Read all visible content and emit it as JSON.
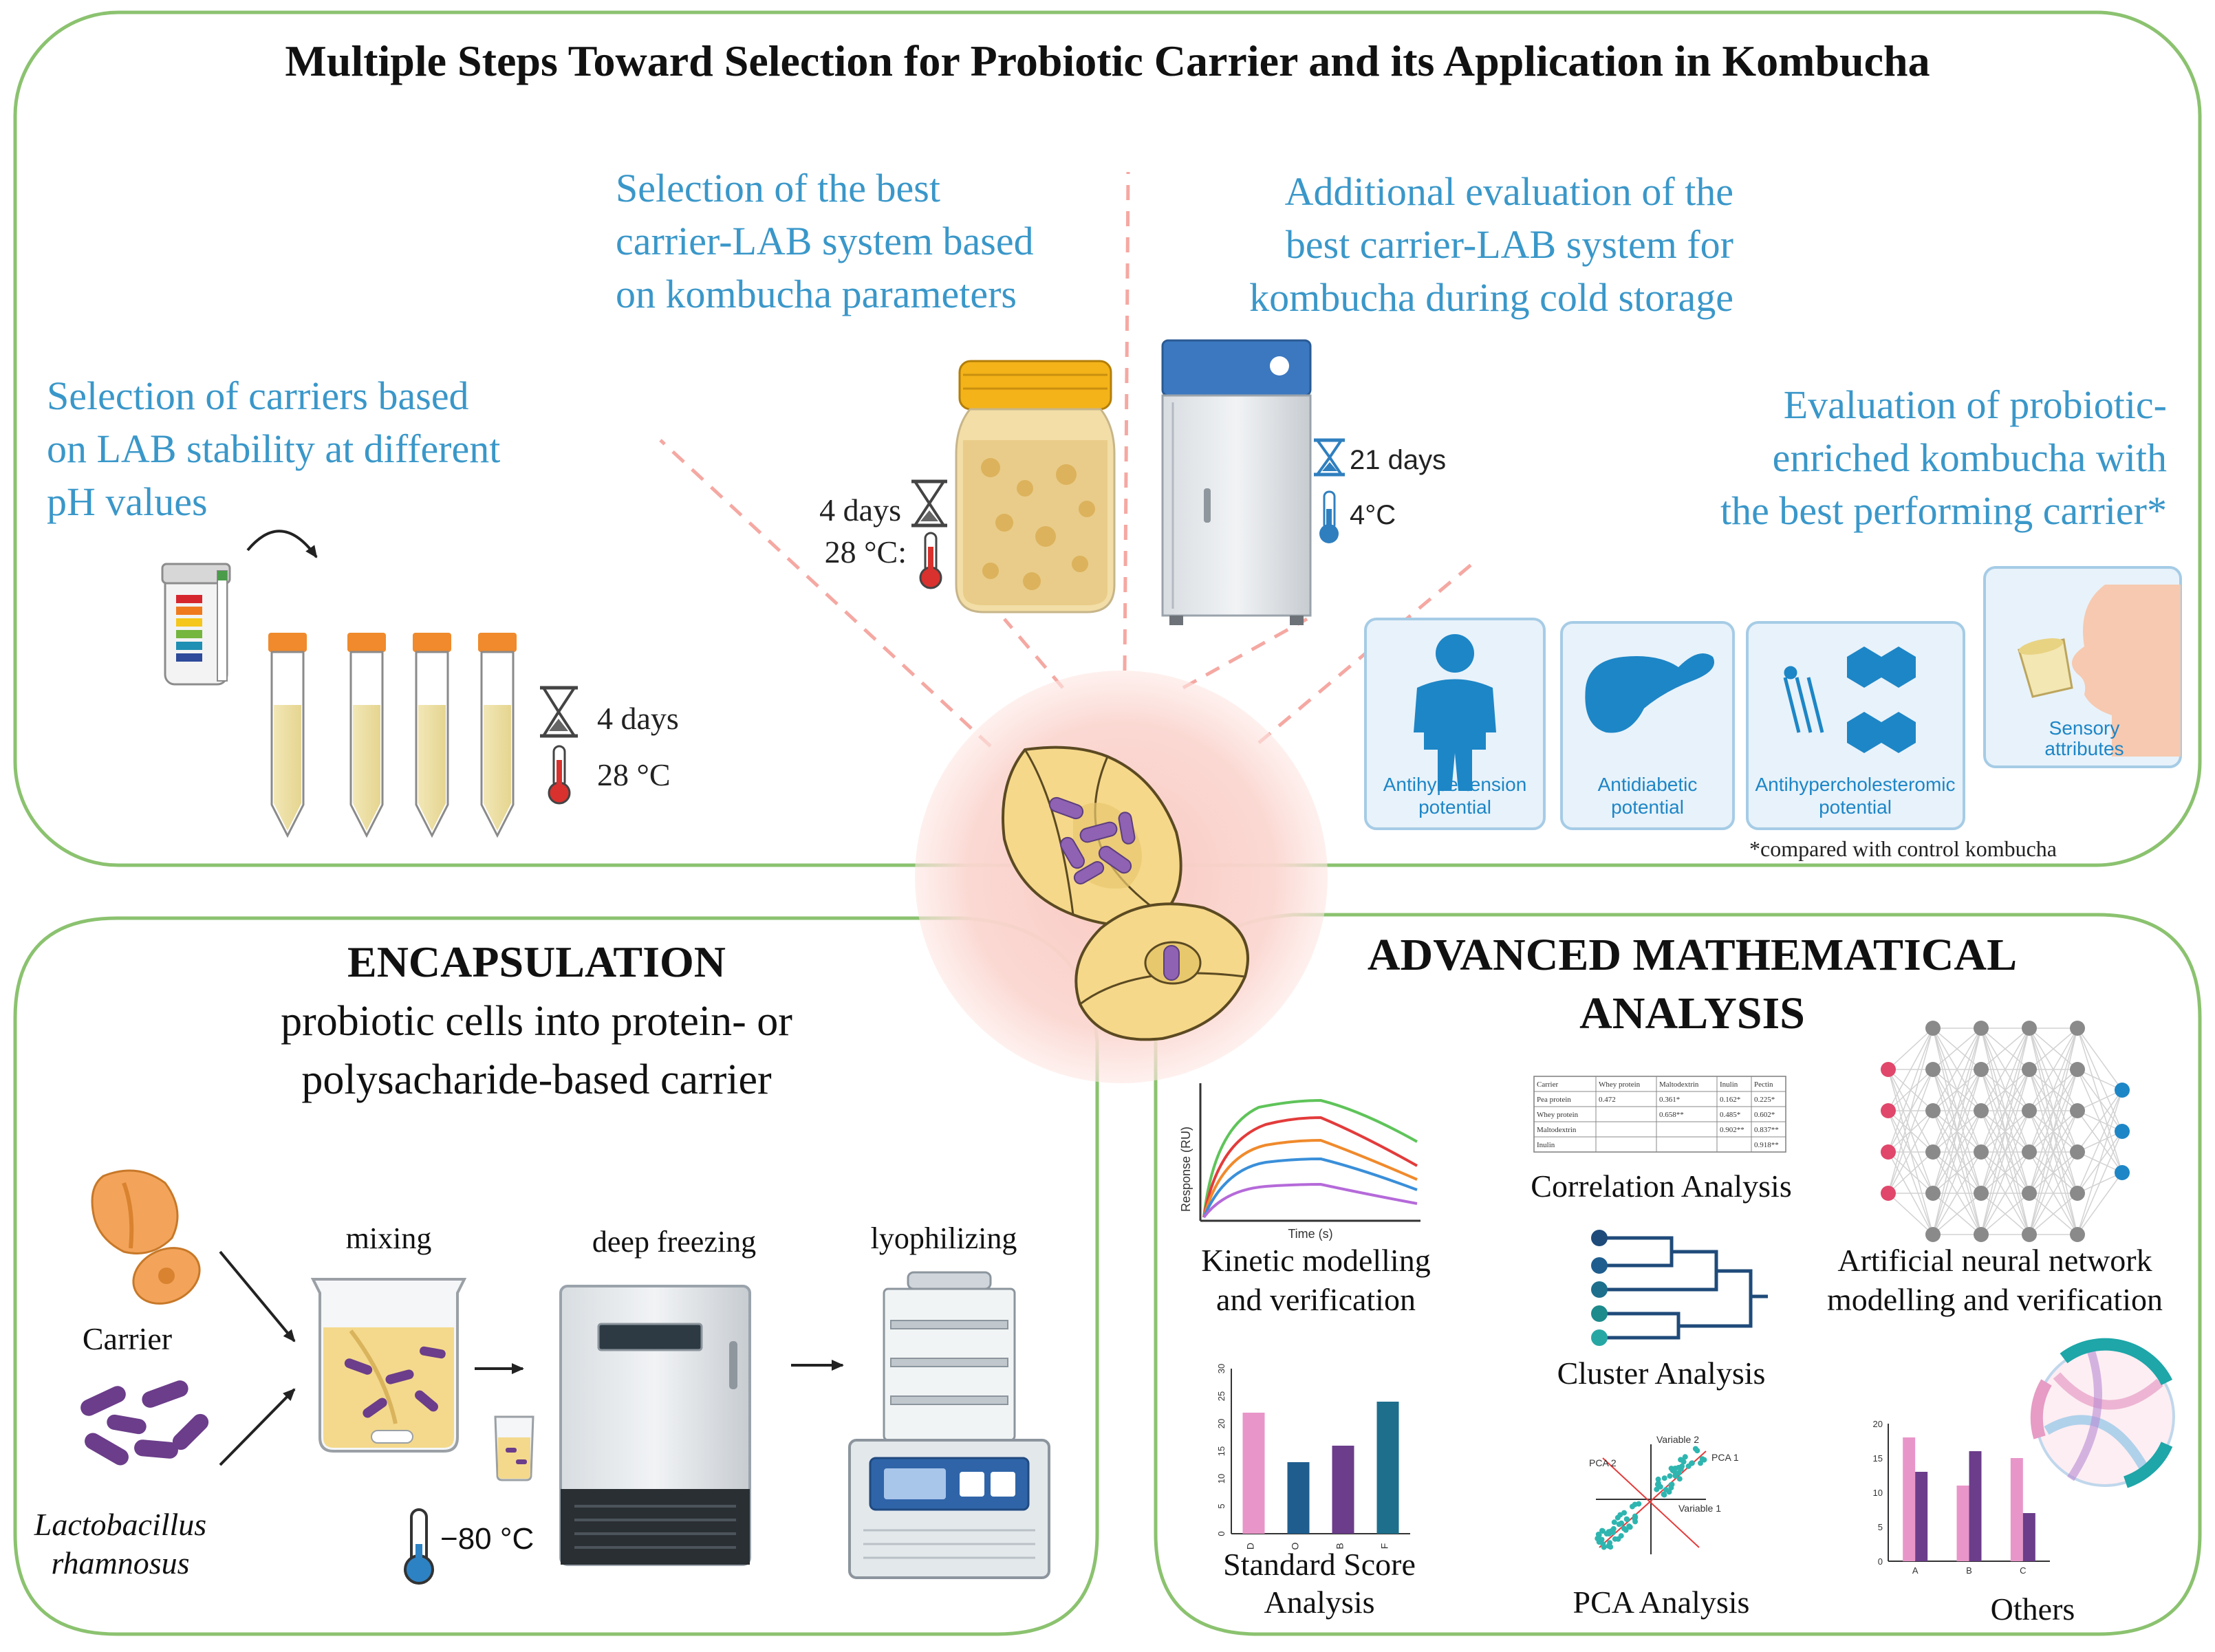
{
  "title": "Multiple Steps Toward Selection for Probiotic Carrier and its Application in Kombucha",
  "step1": {
    "lines": [
      "Selection of carriers based",
      "on LAB stability at different",
      "pH values"
    ],
    "days": "4 days",
    "temp": "28 °C"
  },
  "step2": {
    "lines": [
      "Selection of the best",
      "carrier-LAB system based",
      "on kombucha parameters"
    ],
    "days": "4 days",
    "temp": "28 °C:"
  },
  "step3": {
    "lines": [
      "Additional evaluation of the",
      "best carrier-LAB system for",
      "kombucha during cold storage"
    ],
    "days": "21 days",
    "temp": "4°C"
  },
  "step4": {
    "lines": [
      "Evaluation of probiotic-",
      "enriched kombucha with",
      "the best performing carrier*"
    ],
    "cards": [
      {
        "l1": "Antihypertension",
        "l2": "potential"
      },
      {
        "l1": "Antidiabetic",
        "l2": "potential"
      },
      {
        "l1": "Antihypercholesteromic",
        "l2": "potential"
      },
      {
        "l1": "Sensory",
        "l2": "attributes"
      }
    ],
    "footnote": "*compared with control kombucha"
  },
  "encapsulation": {
    "heading": "ENCAPSULATION",
    "sub1": "probiotic cells into protein- or",
    "sub2": "polysacharide-based carrier",
    "carrier": "Carrier",
    "bacteria1": "Lactobacillus",
    "bacteria2": "rhamnosus",
    "mixing": "mixing",
    "freezing": "deep freezing",
    "lyophilizing": "lyophilizing",
    "temp": "−80 °C"
  },
  "analysis": {
    "heading1": "ADVANCED MATHEMATICAL",
    "heading2": "ANALYSIS",
    "kinetic1": "Kinetic modelling",
    "kinetic2": "and verification",
    "correlation": "Correlation Analysis",
    "ann1": "Artificial neural network",
    "ann2": "modelling and verification",
    "cluster": "Cluster Analysis",
    "standard1": "Standard Score",
    "standard2": "Analysis",
    "pca": "PCA Analysis",
    "others": "Others",
    "kinetic_ylabel": "Response (RU)",
    "kinetic_xlabel": "Time (s)",
    "pca_var1": "Variable 1",
    "pca_var2": "Variable 2",
    "pca_pc1": "PCA 1",
    "pca_pc2": "PCA 2"
  },
  "correlation_table": {
    "header": [
      "Carrier",
      "Whey protein",
      "Maltodextrin",
      "Inulin",
      "Pectin"
    ],
    "rows": [
      [
        "Pea protein",
        "0.472",
        "0.361*",
        "0.162*",
        "0.225*"
      ],
      [
        "Whey protein",
        "",
        "0.658**",
        "0.485*",
        "0.602*"
      ],
      [
        "Maltodextrin",
        "",
        "",
        "0.902**",
        "0.837**"
      ],
      [
        "Inulin",
        "",
        "",
        "",
        "0.918**"
      ]
    ]
  },
  "chart_data": [
    {
      "type": "bar",
      "categories": [
        "D",
        "O",
        "B",
        "F"
      ],
      "values": [
        22,
        13,
        16,
        24
      ],
      "ylim": [
        0,
        30
      ],
      "colors": [
        "#e896c9",
        "#1f5d8e",
        "#6b3d8a",
        "#1d6f8c"
      ]
    },
    {
      "type": "bar",
      "categories": [
        "A",
        "B",
        "C"
      ],
      "series": [
        {
          "values": [
            18,
            11,
            15
          ],
          "color": "#e896c9"
        },
        {
          "values": [
            13,
            16,
            7
          ],
          "color": "#6b3d8a"
        }
      ],
      "ylim": [
        0,
        20
      ]
    }
  ],
  "colors": {
    "frame": "#8bc26f",
    "blue_text": "#3a97c9",
    "card_bg": "#e8f2fa",
    "card_border": "#a6cce6",
    "icon_blue": "#1d86c6",
    "center_glow": "#f9c9c2",
    "carrier_fill": "#f6d88a",
    "bacteria": "#8f62b3"
  }
}
